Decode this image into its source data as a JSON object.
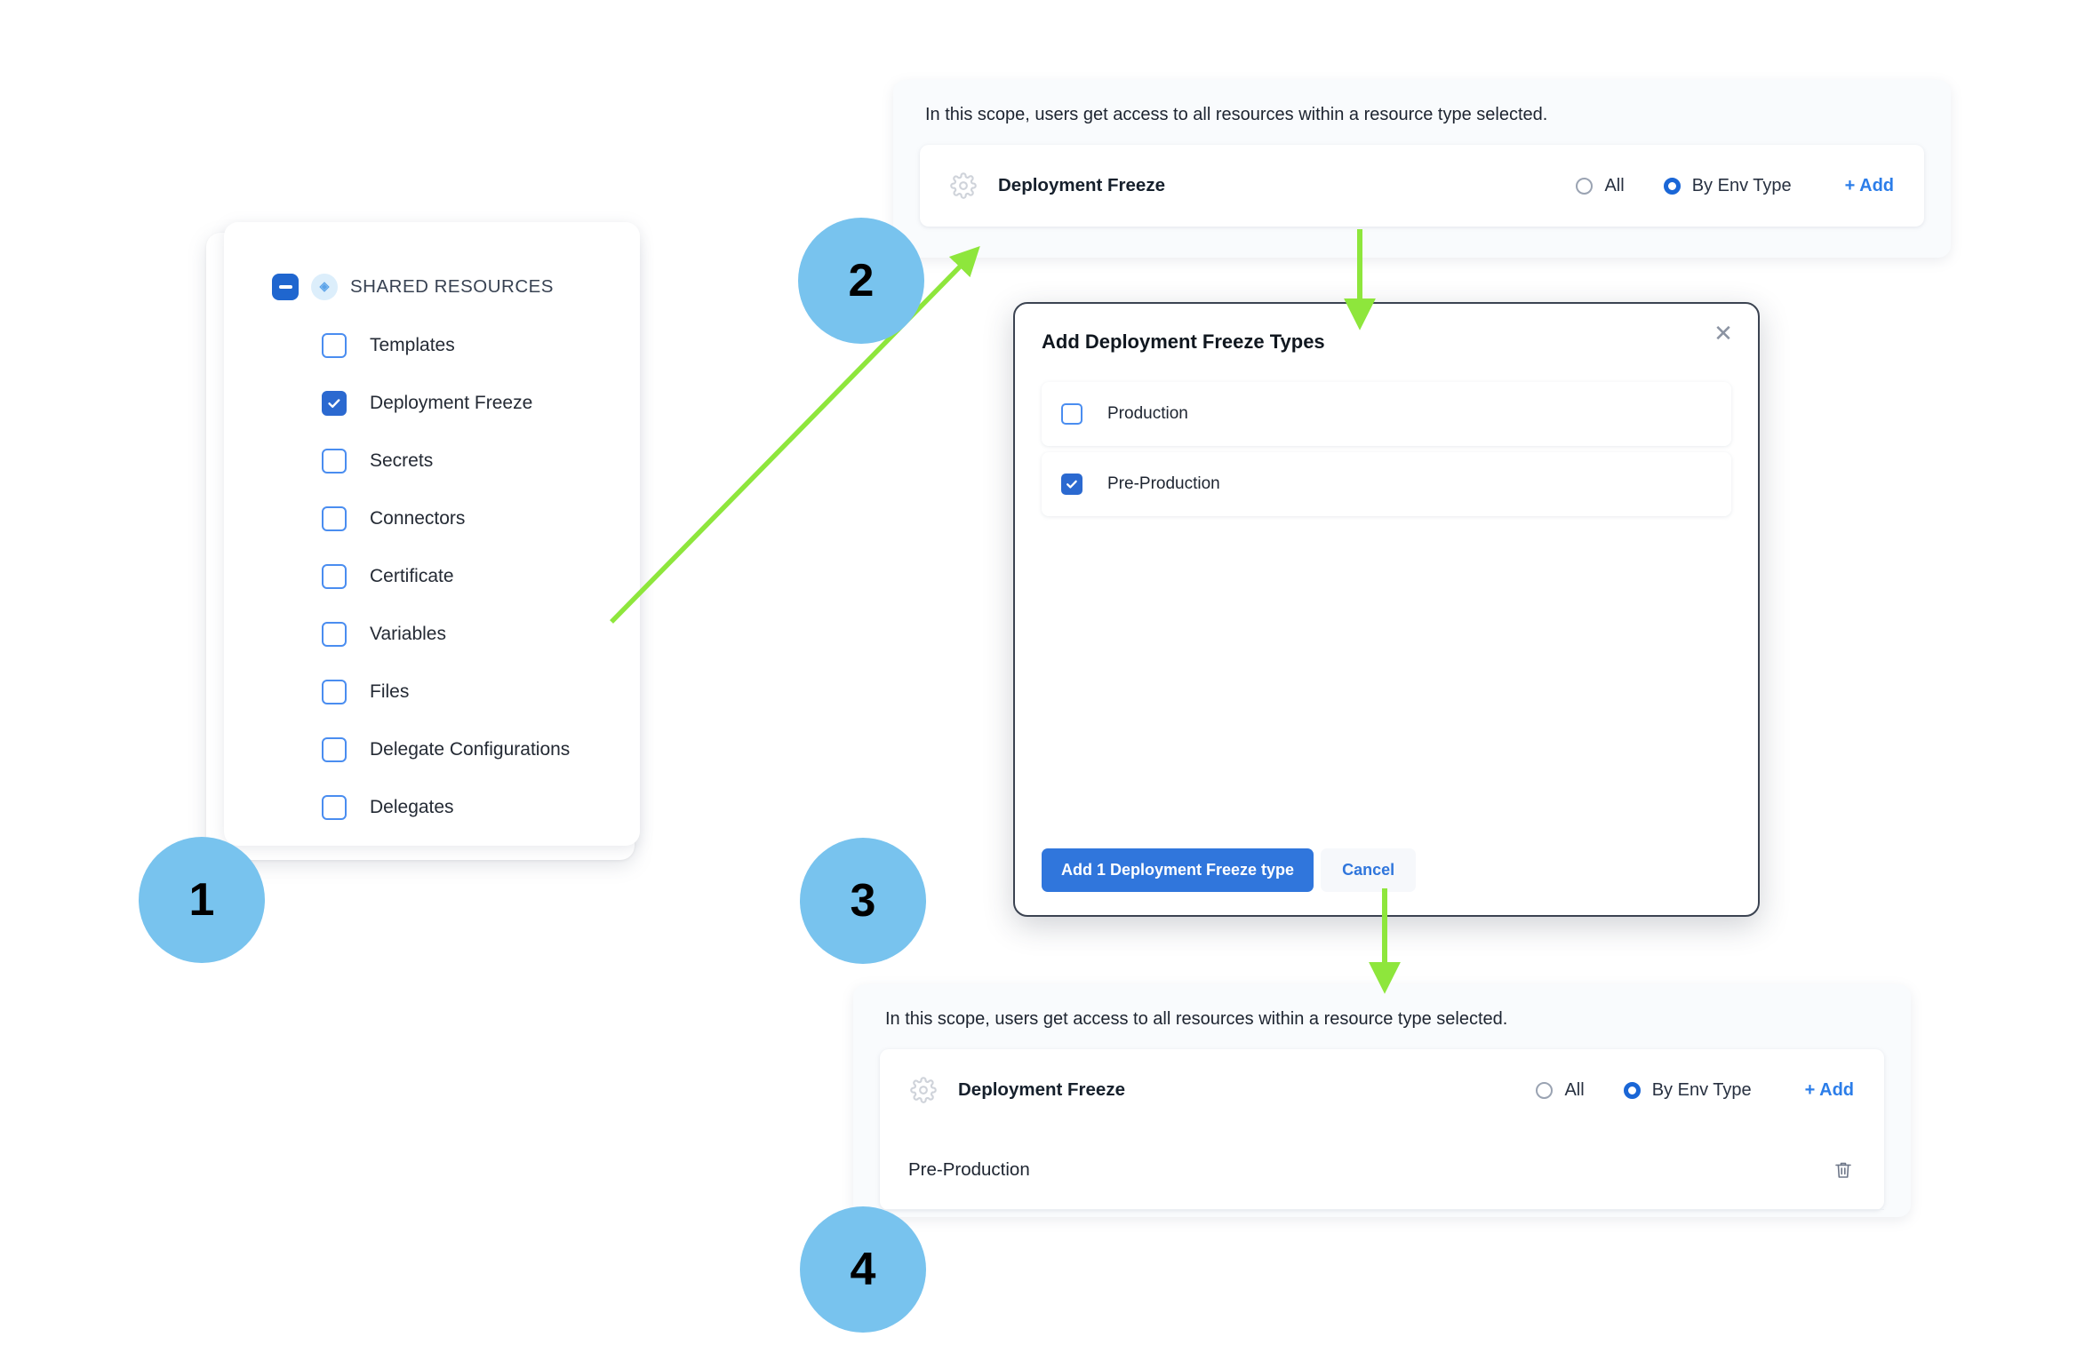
{
  "steps": [
    {
      "number": "1"
    },
    {
      "number": "2"
    },
    {
      "number": "3"
    },
    {
      "number": "4"
    }
  ],
  "colors": {
    "step_circle": "#78c3ee",
    "arrow_green": "#8ee63c",
    "accent_blue": "#2b69d0",
    "link_blue": "#2b7de9",
    "primary_button": "#3076dc"
  },
  "shared_resources": {
    "title": "SHARED RESOURCES",
    "collapse_icon": "minus-square-icon",
    "type_icon": "resource-diamond-icon",
    "items": [
      {
        "label": "Templates",
        "checked": false
      },
      {
        "label": "Deployment Freeze",
        "checked": true
      },
      {
        "label": "Secrets",
        "checked": false
      },
      {
        "label": "Connectors",
        "checked": false
      },
      {
        "label": "Certificate",
        "checked": false
      },
      {
        "label": "Variables",
        "checked": false
      },
      {
        "label": "Files",
        "checked": false
      },
      {
        "label": "Delegate Configurations",
        "checked": false
      },
      {
        "label": "Delegates",
        "checked": false
      }
    ]
  },
  "scope_before": {
    "note": "In this scope, users get access to all resources within a resource type selected.",
    "resource_icon": "gear-icon",
    "resource_name": "Deployment Freeze",
    "radios": [
      {
        "label": "All",
        "selected": false
      },
      {
        "label": "By Env Type",
        "selected": true
      }
    ],
    "add_label": "+ Add",
    "selected_items": []
  },
  "modal": {
    "title": "Add Deployment Freeze Types",
    "close_icon": "close-icon",
    "options": [
      {
        "label": "Production",
        "checked": false
      },
      {
        "label": "Pre-Production",
        "checked": true
      }
    ],
    "primary_label": "Add 1 Deployment Freeze type",
    "cancel_label": "Cancel"
  },
  "scope_after": {
    "note": "In this scope, users get access to all resources within a resource type selected.",
    "resource_icon": "gear-icon",
    "resource_name": "Deployment Freeze",
    "radios": [
      {
        "label": "All",
        "selected": false
      },
      {
        "label": "By Env Type",
        "selected": true
      }
    ],
    "add_label": "+ Add",
    "selected_items": [
      {
        "label": "Pre-Production",
        "delete_icon": "trash-icon"
      }
    ]
  }
}
